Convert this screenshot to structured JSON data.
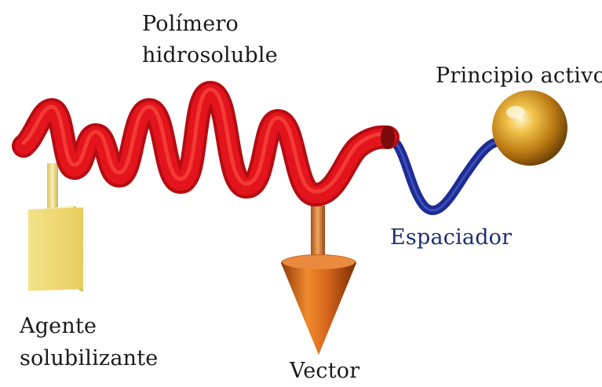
{
  "labels": {
    "polymer_line1": "Polímero",
    "polymer_line2": "hidrosoluble",
    "active_principle": "Principio activo",
    "spacer": "Espaciador",
    "agent_line1": "Agente",
    "agent_line2": "solubilizante",
    "vector": "Vector"
  },
  "colors": {
    "polymer": "#e4141c",
    "spacer": "#1c2c94",
    "solubilizing_agent": "#f2df7e",
    "vector": "#d9661c",
    "active_principle": "#c98a1e",
    "text": "#1a1a1a",
    "spacer_text": "#1f2f6e"
  },
  "icons": {
    "polymer": "red-coil",
    "spacer": "blue-chain",
    "active_principle": "gold-sphere",
    "vector": "orange-cone",
    "solubilizing_agent": "yellow-block"
  }
}
